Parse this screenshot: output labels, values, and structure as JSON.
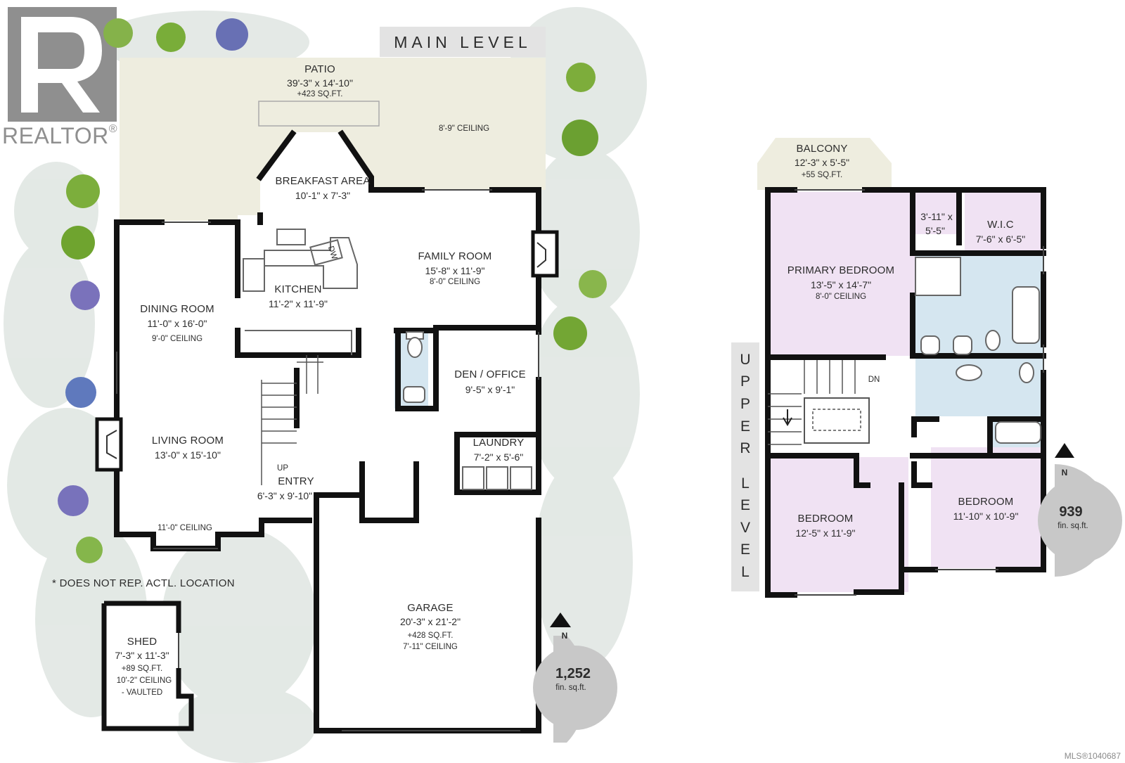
{
  "brand": {
    "wordmark": "REALTOR",
    "registered": "®",
    "color": "#8f8f8f"
  },
  "main_level": {
    "title": "MAIN LEVEL",
    "disclaimer": "* DOES NOT REP. ACTL. LOCATION",
    "fin_sqft": {
      "value": "1,252",
      "unit": "fin. sq.ft.",
      "north": "N"
    },
    "rooms": {
      "patio": {
        "name": "PATIO",
        "dim": "39'-3\" x 14'-10\"",
        "area": "+423 SQ.FT."
      },
      "patio_ceiling": "8'-9\" CEILING",
      "breakfast": {
        "name": "BREAKFAST AREA",
        "dim": "10'-1\" x 7'-3\""
      },
      "family": {
        "name": "FAMILY ROOM",
        "dim": "15'-8\" x 11'-9\"",
        "ceiling": "8'-0\" CEILING"
      },
      "kitchen": {
        "name": "KITCHEN",
        "dim": "11'-2\" x 11'-9\""
      },
      "dining": {
        "name": "DINING ROOM",
        "dim": "11'-0\" x 16'-0\"",
        "ceiling": "9'-0\" CEILING"
      },
      "den": {
        "name": "DEN / OFFICE",
        "dim": "9'-5\" x 9'-1\""
      },
      "living": {
        "name": "LIVING ROOM",
        "dim": "13'-0\" x 15'-10\"",
        "ceiling": "11'-0\" CEILING"
      },
      "laundry": {
        "name": "LAUNDRY",
        "dim": "7'-2\" x 5'-6\""
      },
      "entry": {
        "up": "UP",
        "name": "ENTRY",
        "dim": "6'-3\" x 9'-10\""
      },
      "garage": {
        "name": "GARAGE",
        "dim": "20'-3\" x 21'-2\"",
        "area": "+428 SQ.FT.",
        "ceiling": "7'-11\" CEILING"
      },
      "shed": {
        "name": "SHED",
        "dim": "7'-3\" x 11'-3\"",
        "area": "+89 SQ.FT.",
        "ceiling": "10'-2\" CEILING",
        "note": "- VAULTED"
      },
      "dw": "DW"
    }
  },
  "upper_level": {
    "title_letters": [
      "U",
      "P",
      "P",
      "E",
      "R",
      "L",
      "E",
      "V",
      "E",
      "L"
    ],
    "fin_sqft": {
      "value": "939",
      "unit": "fin. sq.ft.",
      "north": "N"
    },
    "rooms": {
      "balcony": {
        "name": "BALCONY",
        "dim": "12'-3\" x 5'-5\"",
        "area": "+55 SQ.FT."
      },
      "closet": {
        "dim_a": "3'-11\" x",
        "dim_b": "5'-5\""
      },
      "wic": {
        "name": "W.I.C",
        "dim": "7'-6\" x 6'-5\""
      },
      "primary": {
        "name": "PRIMARY BEDROOM",
        "dim": "13'-5\" x 14'-7\"",
        "ceiling": "8'-0\" CEILING"
      },
      "stair": {
        "dn": "DN"
      },
      "bedroom_left": {
        "name": "BEDROOM",
        "dim": "12'-5\" x 11'-9\""
      },
      "bedroom_right": {
        "name": "BEDROOM",
        "dim": "11'-10\" x 10'-9\""
      }
    }
  },
  "watermark": "MLS®1040687",
  "colors": {
    "wall": "#111111",
    "patio": "#efeee1",
    "bedroom": "#f0e2f3",
    "bath": "#d5e6f0",
    "balcony": "#efeee1",
    "badge": "#c8c8c8",
    "foliage": "#dfe5e1",
    "shrub": "#7eae3a",
    "hydrangea": "#6a70b8"
  }
}
